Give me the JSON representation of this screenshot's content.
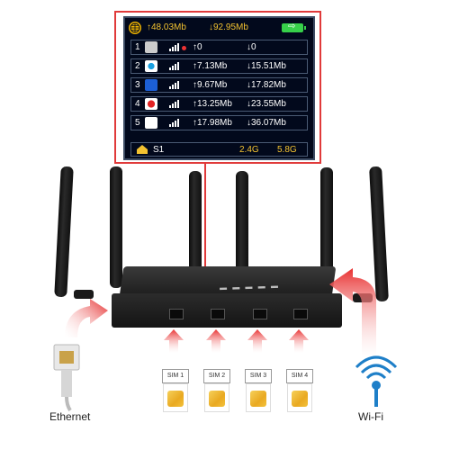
{
  "screen": {
    "status": {
      "upload_total": "↑48.03Mb",
      "download_total": "↓92.95Mb",
      "globe_icon": "globe-icon",
      "battery_icon": "battery-icon"
    },
    "rows": [
      {
        "index": "1",
        "up": "↑0",
        "down": "↓0"
      },
      {
        "index": "2",
        "up": "↑7.13Mb",
        "down": "↓15.51Mb"
      },
      {
        "index": "3",
        "up": "↑9.67Mb",
        "down": "↓17.82Mb"
      },
      {
        "index": "4",
        "up": "↑13.25Mb",
        "down": "↓23.55Mb"
      },
      {
        "index": "5",
        "up": "↑17.98Mb",
        "down": "↓36.07Mb"
      }
    ],
    "footer": {
      "slot": "S1",
      "band_24": "2.4G",
      "band_58": "5.8G"
    },
    "colors": {
      "accent": "#f3c230",
      "screen_bg": "#02091c",
      "callout": "#e03a3a"
    }
  },
  "sims": [
    "SIM 1",
    "SIM 2",
    "SIM 3",
    "SIM 4"
  ],
  "captions": {
    "ethernet": "Ethernet",
    "wifi": "Wi-Fi"
  }
}
